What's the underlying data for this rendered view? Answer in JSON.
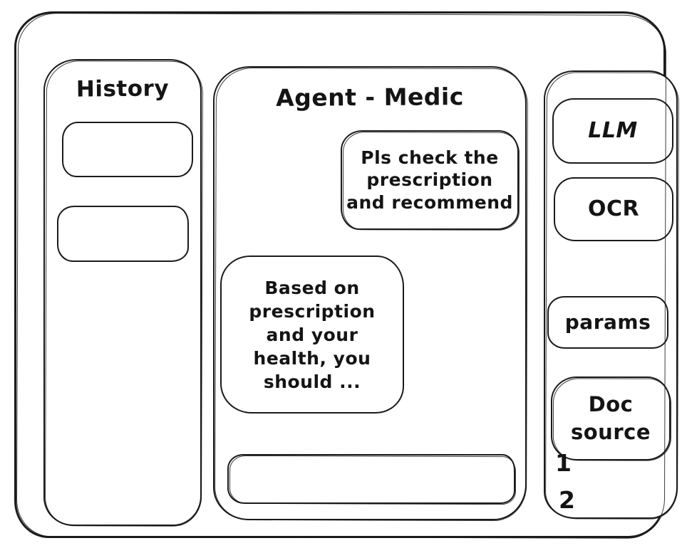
{
  "window": {
    "background_color": "#ffffff",
    "stroke_color": "#1b1b1b"
  },
  "history_panel": {
    "title": "History",
    "items": [
      {
        "label": ""
      },
      {
        "label": ""
      }
    ]
  },
  "chat_panel": {
    "title": "Agent - Medic",
    "messages": [
      {
        "role": "user",
        "text": "Pls check the\nprescription\nand recommend"
      },
      {
        "role": "assistant",
        "text": "Based on\nprescription\nand your\nhealth, you\nshould ..."
      }
    ],
    "input": {
      "value": "",
      "placeholder": ""
    }
  },
  "tools_panel": {
    "items": [
      {
        "label": "LLM"
      },
      {
        "label": "OCR"
      },
      {
        "label": "params"
      },
      {
        "label": "Doc\nsource"
      }
    ],
    "annotations": [
      "1",
      "2"
    ]
  }
}
